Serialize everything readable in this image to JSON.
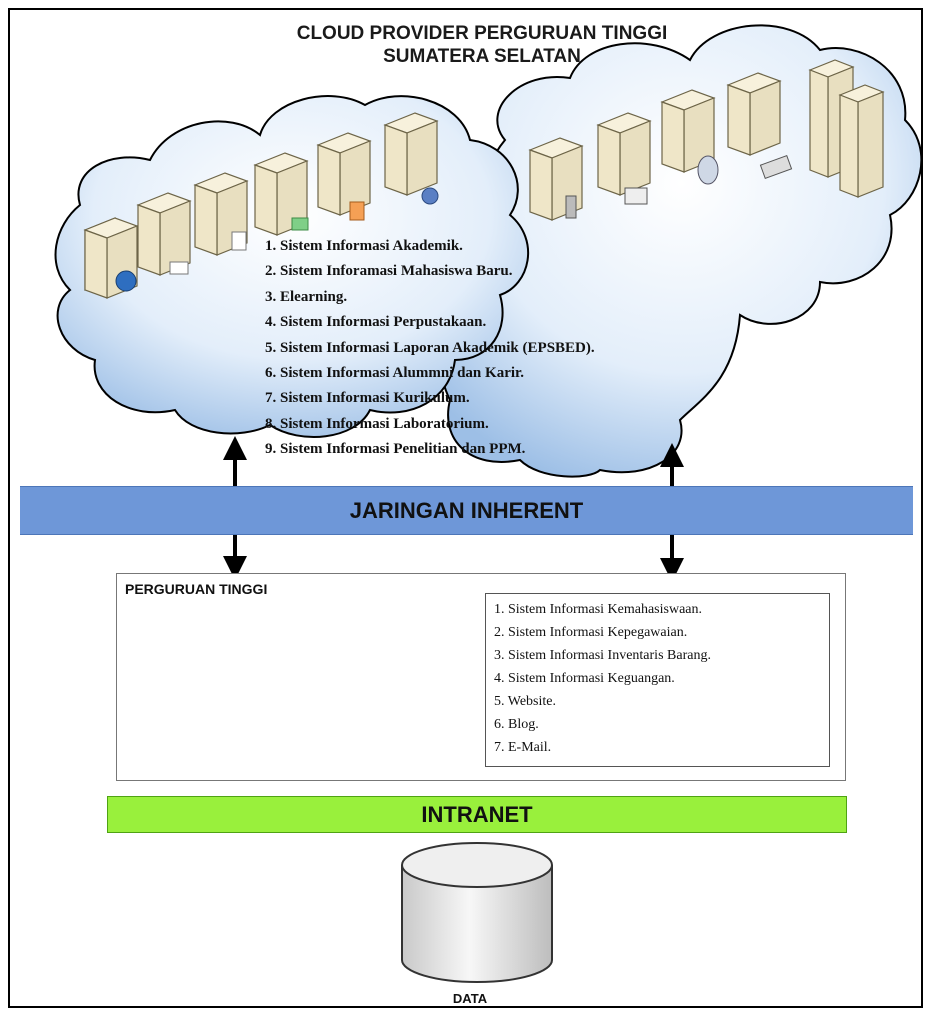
{
  "title": {
    "line1": "CLOUD PROVIDER PERGURUAN TINGGI",
    "line2": "SUMATERA SELATAN"
  },
  "cloud_list": [
    "1. Sistem Informasi Akademik.",
    "2. Sistem Inforamasi Mahasiswa Baru.",
    "3. Elearning.",
    "4. Sistem Informasi Perpustakaan.",
    "5. Sistem Informasi Laporan Akademik (EPSBED).",
    "6. Sistem Informasi Alummni dan Karir.",
    "7. Sistem Informasi Kurikulum.",
    "8. Sistem Informasi Laboratorium.",
    "9. Sistem Informasi Penelitian dan PPM."
  ],
  "bands": {
    "inherent": "JARINGAN INHERENT",
    "intranet": "INTRANET"
  },
  "perguruan_tinggi": {
    "title": "PERGURUAN TINGGI",
    "list": [
      "1. Sistem Informasi Kemahasiswaan.",
      "2. Sistem Informasi Kepegawaian.",
      "3. Sistem Informasi Inventaris Barang.",
      "4. Sistem Informasi Keguangan.",
      "5. Website.",
      "6. Blog.",
      "7. E-Mail."
    ]
  },
  "data_label": "DATA",
  "colors": {
    "inherent_band": "#6e97d8",
    "intranet_band": "#99f03c",
    "cloud_fill": "#cfe2f5",
    "server": "#efe6c8"
  }
}
